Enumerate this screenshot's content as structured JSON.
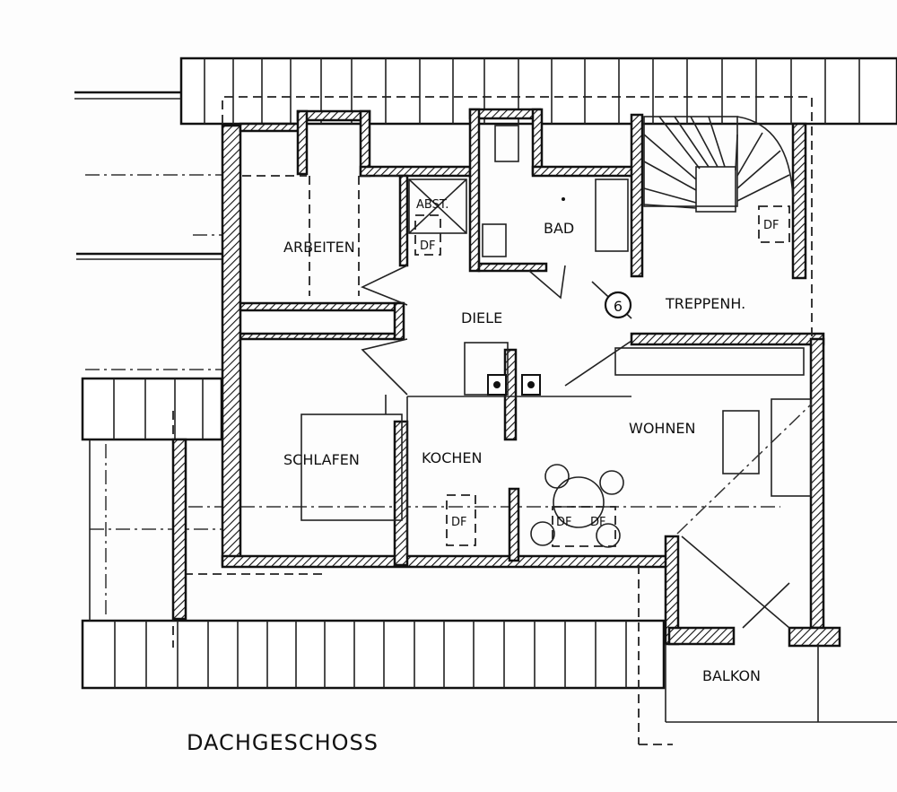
{
  "plan": {
    "title": "DACHGESCHOSS",
    "rooms": {
      "arbeiten": "ARBEITEN",
      "abst": "ABST.",
      "bad": "BAD",
      "treppenh": "TREPPENH.",
      "diele": "DIELE",
      "wohnen": "WOHNEN",
      "schlafen": "SCHLAFEN",
      "kochen": "KOCHEN",
      "balkon": "BALKON"
    },
    "marker": "6",
    "skylight": "DF"
  }
}
